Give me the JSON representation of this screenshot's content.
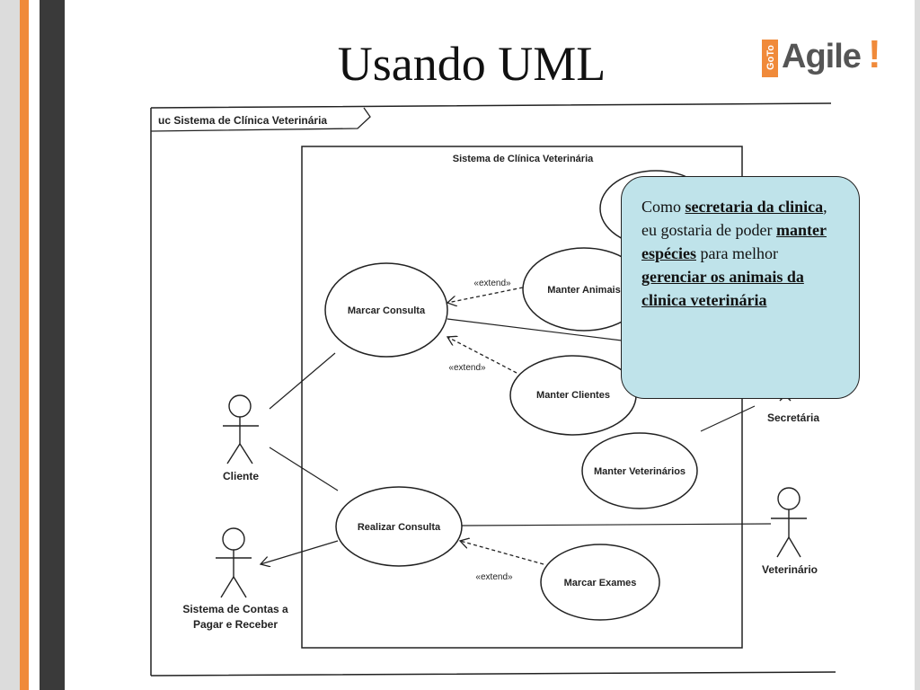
{
  "slide": {
    "title": "Usando UML",
    "logo": {
      "prefix": "GoTo",
      "name": "Agile",
      "mark": "!"
    }
  },
  "diagram": {
    "frame_label": "uc Sistema de Clínica Veterinária",
    "system_label": "Sistema de Clínica Veterinária",
    "use_cases": {
      "marcar_consulta": "Marcar Consulta",
      "manter_animais": "Manter Animais",
      "manter_clientes": "Manter Clientes",
      "manter_veterinarios": "Manter Veterinários",
      "realizar_consulta": "Realizar Consulta",
      "marcar_exames": "Marcar Exames"
    },
    "actors": {
      "cliente": "Cliente",
      "secretaria": "Secretária",
      "veterinario": "Veterinário",
      "contas_line1": "Sistema de Contas a",
      "contas_line2": "Pagar e Receber"
    },
    "extend_label": "«extend»"
  },
  "note": {
    "t1": "Como ",
    "b1": "secretaria da clinica",
    "t2": ", eu gostaria de poder ",
    "b2": "manter espécies",
    "t3": " para melhor ",
    "b3": "gerenciar os animais da clinica veterinária"
  },
  "colors": {
    "accent": "#f08a3a",
    "note_bg": "#bfe3ea",
    "dark_bar": "#3a3a3a"
  }
}
